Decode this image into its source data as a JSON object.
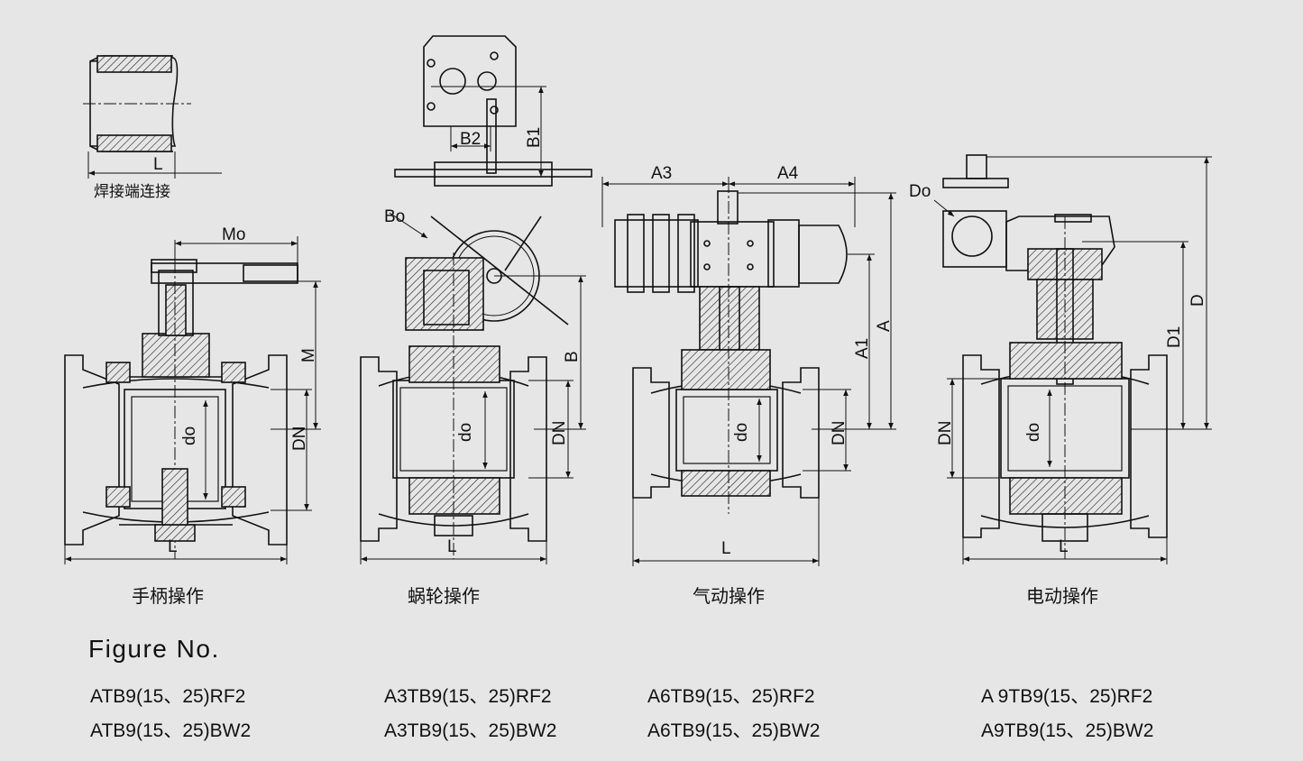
{
  "weld_detail": {
    "dim_l": "L",
    "caption": "焊接端连接"
  },
  "views": [
    {
      "id": "lever",
      "caption": "手柄操作",
      "dims": {
        "mo": "Mo",
        "m": "M",
        "dn": "DN",
        "do": "do",
        "l": "L"
      }
    },
    {
      "id": "worm",
      "caption": "蜗轮操作",
      "dims": {
        "bo": "Bo",
        "b": "B",
        "b1": "B1",
        "b2": "B2",
        "dn": "DN",
        "do": "do",
        "l": "L"
      }
    },
    {
      "id": "pneumatic",
      "caption": "气动操作",
      "dims": {
        "a3": "A3",
        "a4": "A4",
        "a": "A",
        "a1": "A1",
        "dn": "DN",
        "do": "do",
        "l": "L"
      }
    },
    {
      "id": "electric",
      "caption": "电动操作",
      "dims": {
        "do_big": "Do",
        "d": "D",
        "d1": "D1",
        "dn": "DN",
        "do": "do",
        "l": "L"
      }
    }
  ],
  "figure_no": {
    "title": "Figure No.",
    "models": [
      [
        "ATB9(15、25)RF2",
        "A3TB9(15、25)RF2",
        "A6TB9(15、25)RF2",
        "A 9TB9(15、25)RF2"
      ],
      [
        "ATB9(15、25)BW2",
        "A3TB9(15、25)BW2",
        "A6TB9(15、25)BW2",
        "A9TB9(15、25)BW2"
      ]
    ]
  }
}
